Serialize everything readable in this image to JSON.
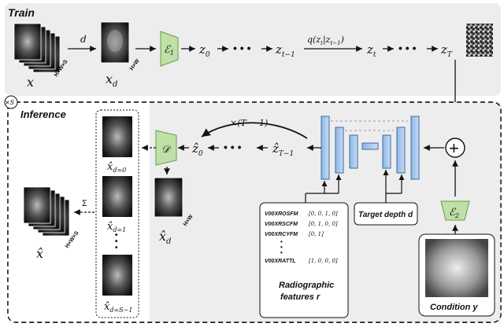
{
  "sections": {
    "train": "Train",
    "inference": "Inference",
    "repeat": "×S"
  },
  "train": {
    "input": "𝑥",
    "input_dim": "H×W×S",
    "d_label": "d",
    "slice": "𝑥",
    "slice_sub": "d",
    "slice_dim": "H×W",
    "encoder": "ℰ",
    "encoder_sub": "1",
    "z0": "z",
    "z0_sub": "0",
    "zt1": "z",
    "zt1_sub": "t−1",
    "q": "q(z",
    "zt": "z",
    "zt_sub": "t",
    "zT": "z",
    "zT_sub": "T"
  },
  "inference": {
    "loop_label": "×(T − 1)",
    "zhT1": "ẑ",
    "zhT1_sub": "T−1",
    "zh0": "ẑ",
    "zh0_sub": "0",
    "decoder": "𝒟",
    "xd_hat": "𝑥̂",
    "xd_hat_sub": "d",
    "xd_dim": "H×W",
    "slices": [
      {
        "label": "𝑥̂",
        "sub": "d=0"
      },
      {
        "label": "𝑥̂",
        "sub": "d=1"
      },
      {
        "label": "𝑥̂",
        "sub": "d=S−1"
      }
    ],
    "sum": "Σ",
    "x_hat": "𝑥̂",
    "x_hat_dim": "H×W×S",
    "plus": "+",
    "encoder2": "ℰ",
    "encoder2_sub": "2",
    "target_depth": "Target depth d",
    "radiographic_title": "Radiographic",
    "radiographic_title2": "features r",
    "features": [
      {
        "name": "V00XROSFM",
        "value": "[0, 0, 1, 0]"
      },
      {
        "name": "V00XRSCFM",
        "value": "[0, 1, 0, 0]"
      },
      {
        "name": "V00XRCYFM",
        "value": "[0, 1]"
      },
      {
        "name": "V00XRATTL",
        "value": "[1, 0, 0, 0]"
      }
    ],
    "condition": "Condition y"
  },
  "colors": {
    "encoder_fill": "#bfe0a6",
    "unet_fill": "#a9c8ec",
    "panel_bg": "#eeeeee"
  }
}
